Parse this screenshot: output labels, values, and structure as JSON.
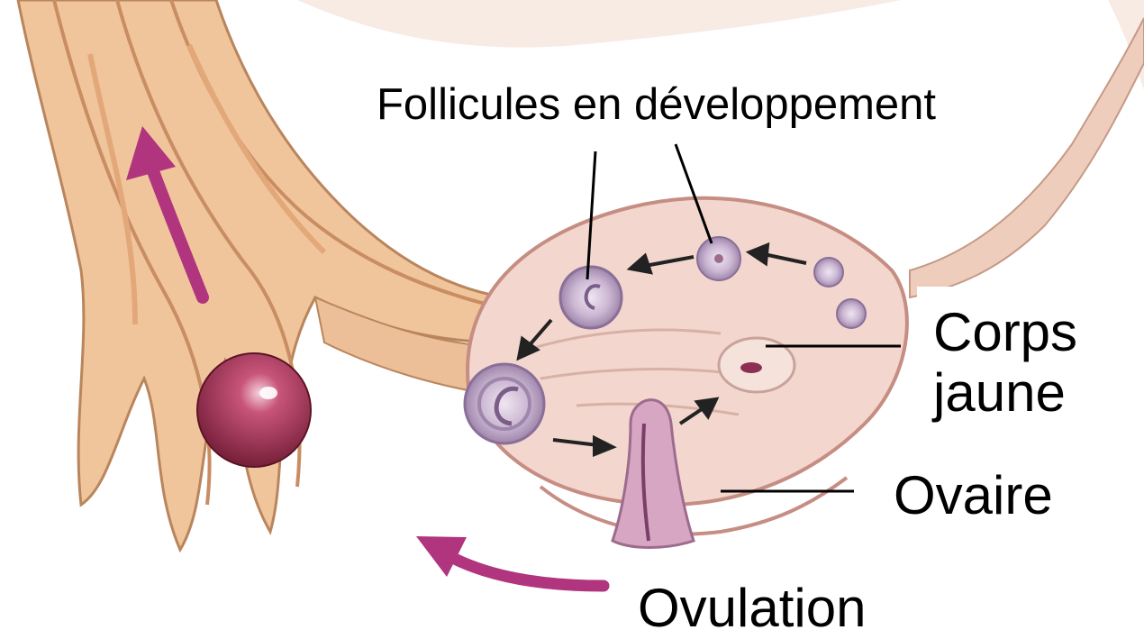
{
  "labels": {
    "follicules": "Follicules en développement",
    "corps_jaune": "Corps jaune",
    "ovaire": "Ovaire",
    "ovulation": "Ovulation"
  },
  "colors": {
    "tube": "#f0c49a",
    "tube_dark": "#c98d63",
    "ovary": "#f3d6cd",
    "ovary_edge": "#c68d83",
    "follicle": "#c7b3cf",
    "ovum": "#9a2b4a",
    "arrow_magenta": "#b0357e"
  }
}
